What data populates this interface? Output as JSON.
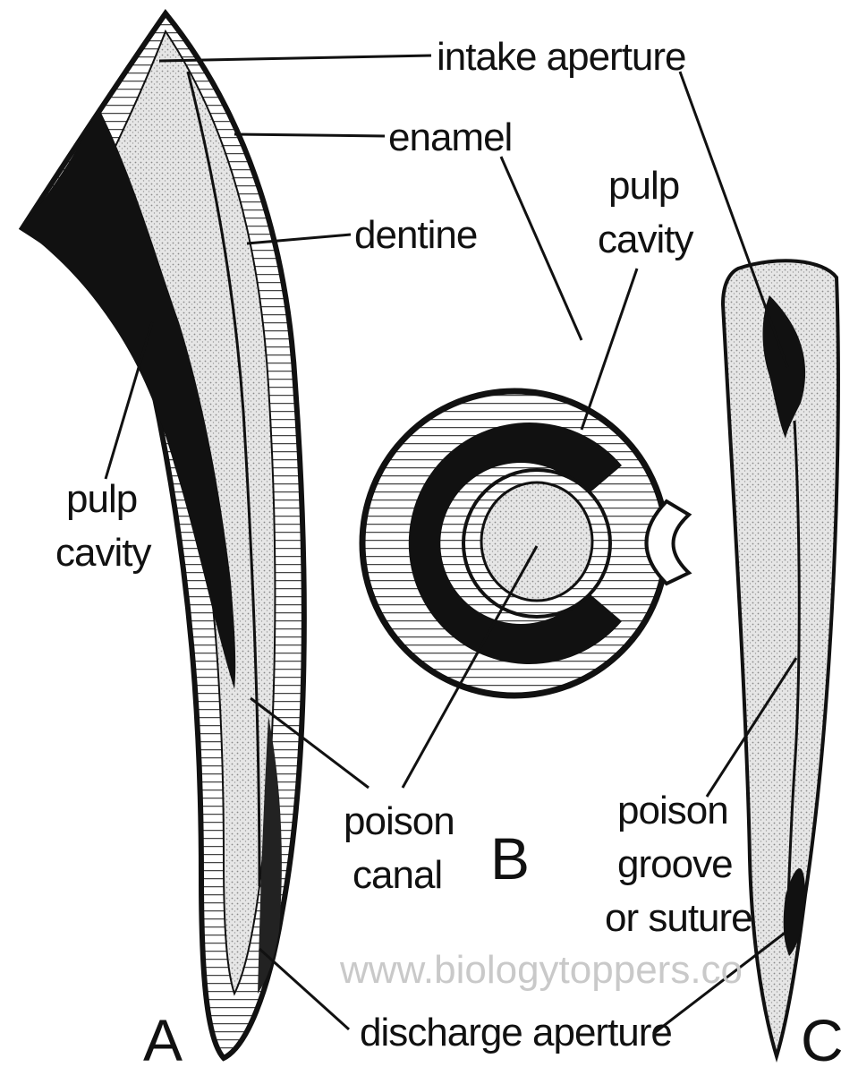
{
  "labels": {
    "intake_aperture": "intake aperture",
    "enamel": "enamel",
    "dentine": "dentine",
    "pulp_cavity_b_line1": "pulp",
    "pulp_cavity_b_line2": "cavity",
    "pulp_cavity_a_line1": "pulp",
    "pulp_cavity_a_line2": "cavity",
    "poison_canal_line1": "poison",
    "poison_canal_line2": "canal",
    "poison_groove_line1": "poison",
    "poison_groove_line2": "groove",
    "poison_groove_line3": "or suture",
    "discharge_aperture": "discharge aperture"
  },
  "panels": {
    "a": "A",
    "b": "B",
    "c": "C"
  },
  "watermark": "www.biologytoppers.co",
  "colors": {
    "ink": "#111111",
    "dentine_fill": "#d8d8d8",
    "background": "#ffffff"
  }
}
